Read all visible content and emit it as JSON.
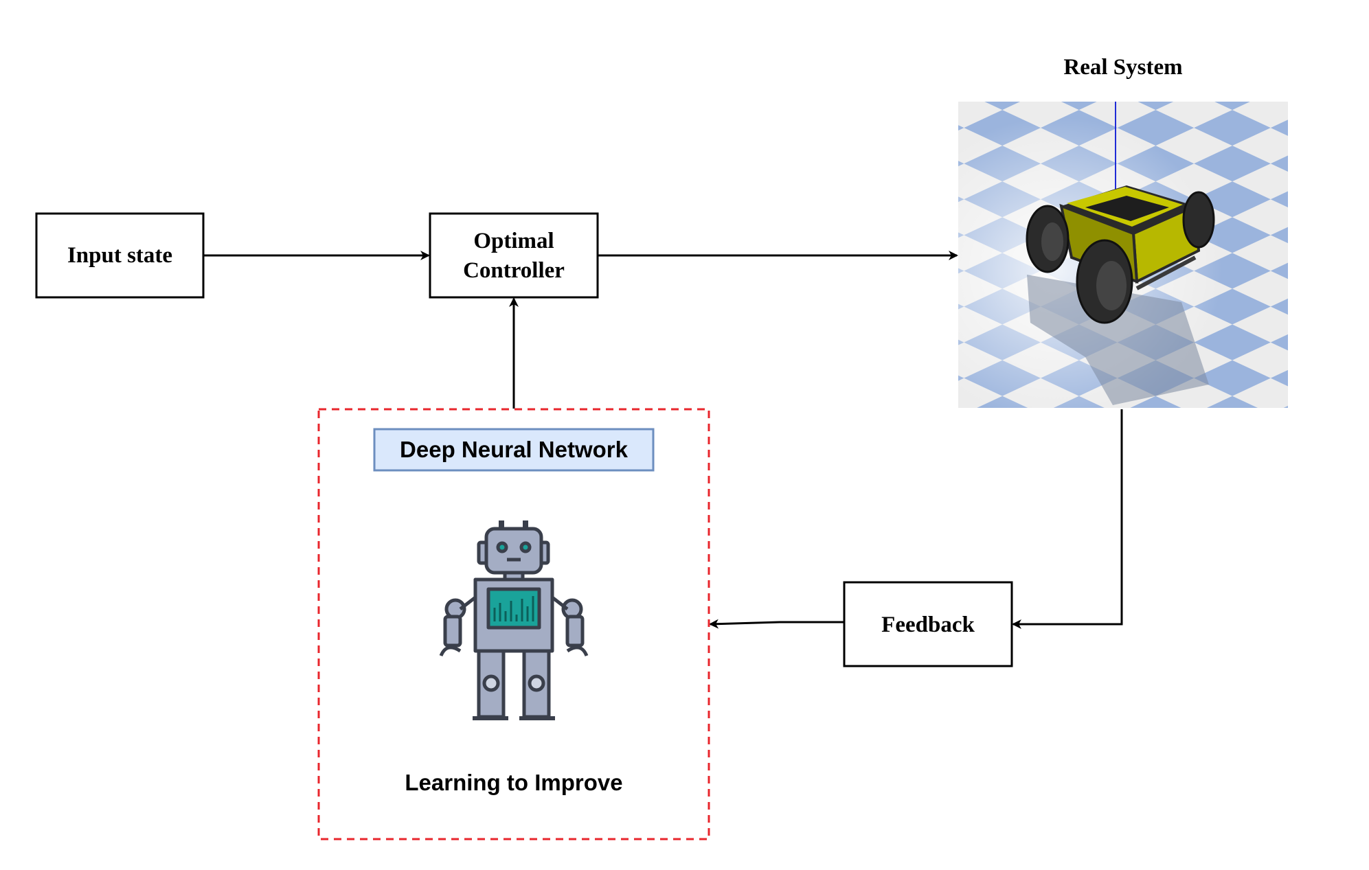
{
  "nodes": {
    "input_state": "Input state",
    "optimal_controller": [
      "Optimal",
      "Controller"
    ],
    "real_system_label": "Real System",
    "feedback": "Feedback",
    "dnn_title": "Deep Neural Network",
    "dnn_caption": "Learning to Improve"
  },
  "colors": {
    "stroke": "#000000",
    "dashed_border": "#e8262c",
    "dnn_title_fill": "#dae8fc",
    "dnn_title_stroke": "#6c8ebf",
    "floor_blue": "#9bb4dd",
    "floor_white": "#ececec",
    "robot_body": "#a4adc4",
    "robot_outline": "#3a3f4b",
    "robot_screen": "#1aa39a",
    "rover_yellow": "#b7b800",
    "rover_dark": "#2a2a2a"
  },
  "icons": {
    "robot": "robot-icon",
    "rover": "rover-render"
  }
}
